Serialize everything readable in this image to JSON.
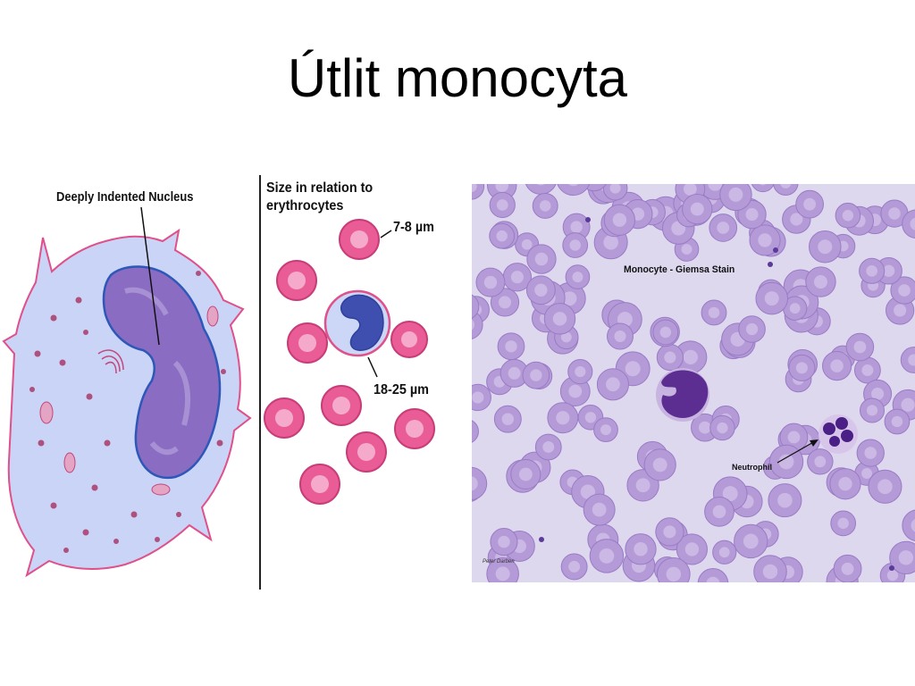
{
  "slide": {
    "title": "Útlit monocyta"
  },
  "cell_diagram": {
    "label": "Deeply Indented Nucleus"
  },
  "size_diagram": {
    "heading_line1": "Size in relation to",
    "heading_line2": "erythrocytes",
    "erythrocyte_size": "7-8 µm",
    "monocyte_size": "18-25 µm"
  },
  "smear": {
    "title": "Monocyte - Giemsa Stain",
    "neutrophil_label": "Neutrophil",
    "credit": "Peter Darben"
  },
  "colors": {
    "cytoplasm": "#c9d4f6",
    "cell_membrane": "#e0508a",
    "nucleus": "#8a6cc2",
    "nucleus_border": "#2f57b8",
    "erythrocyte": "#ea5c96",
    "smear_rbc": "#b49ad6",
    "smear_background": "#ddd8ee"
  }
}
